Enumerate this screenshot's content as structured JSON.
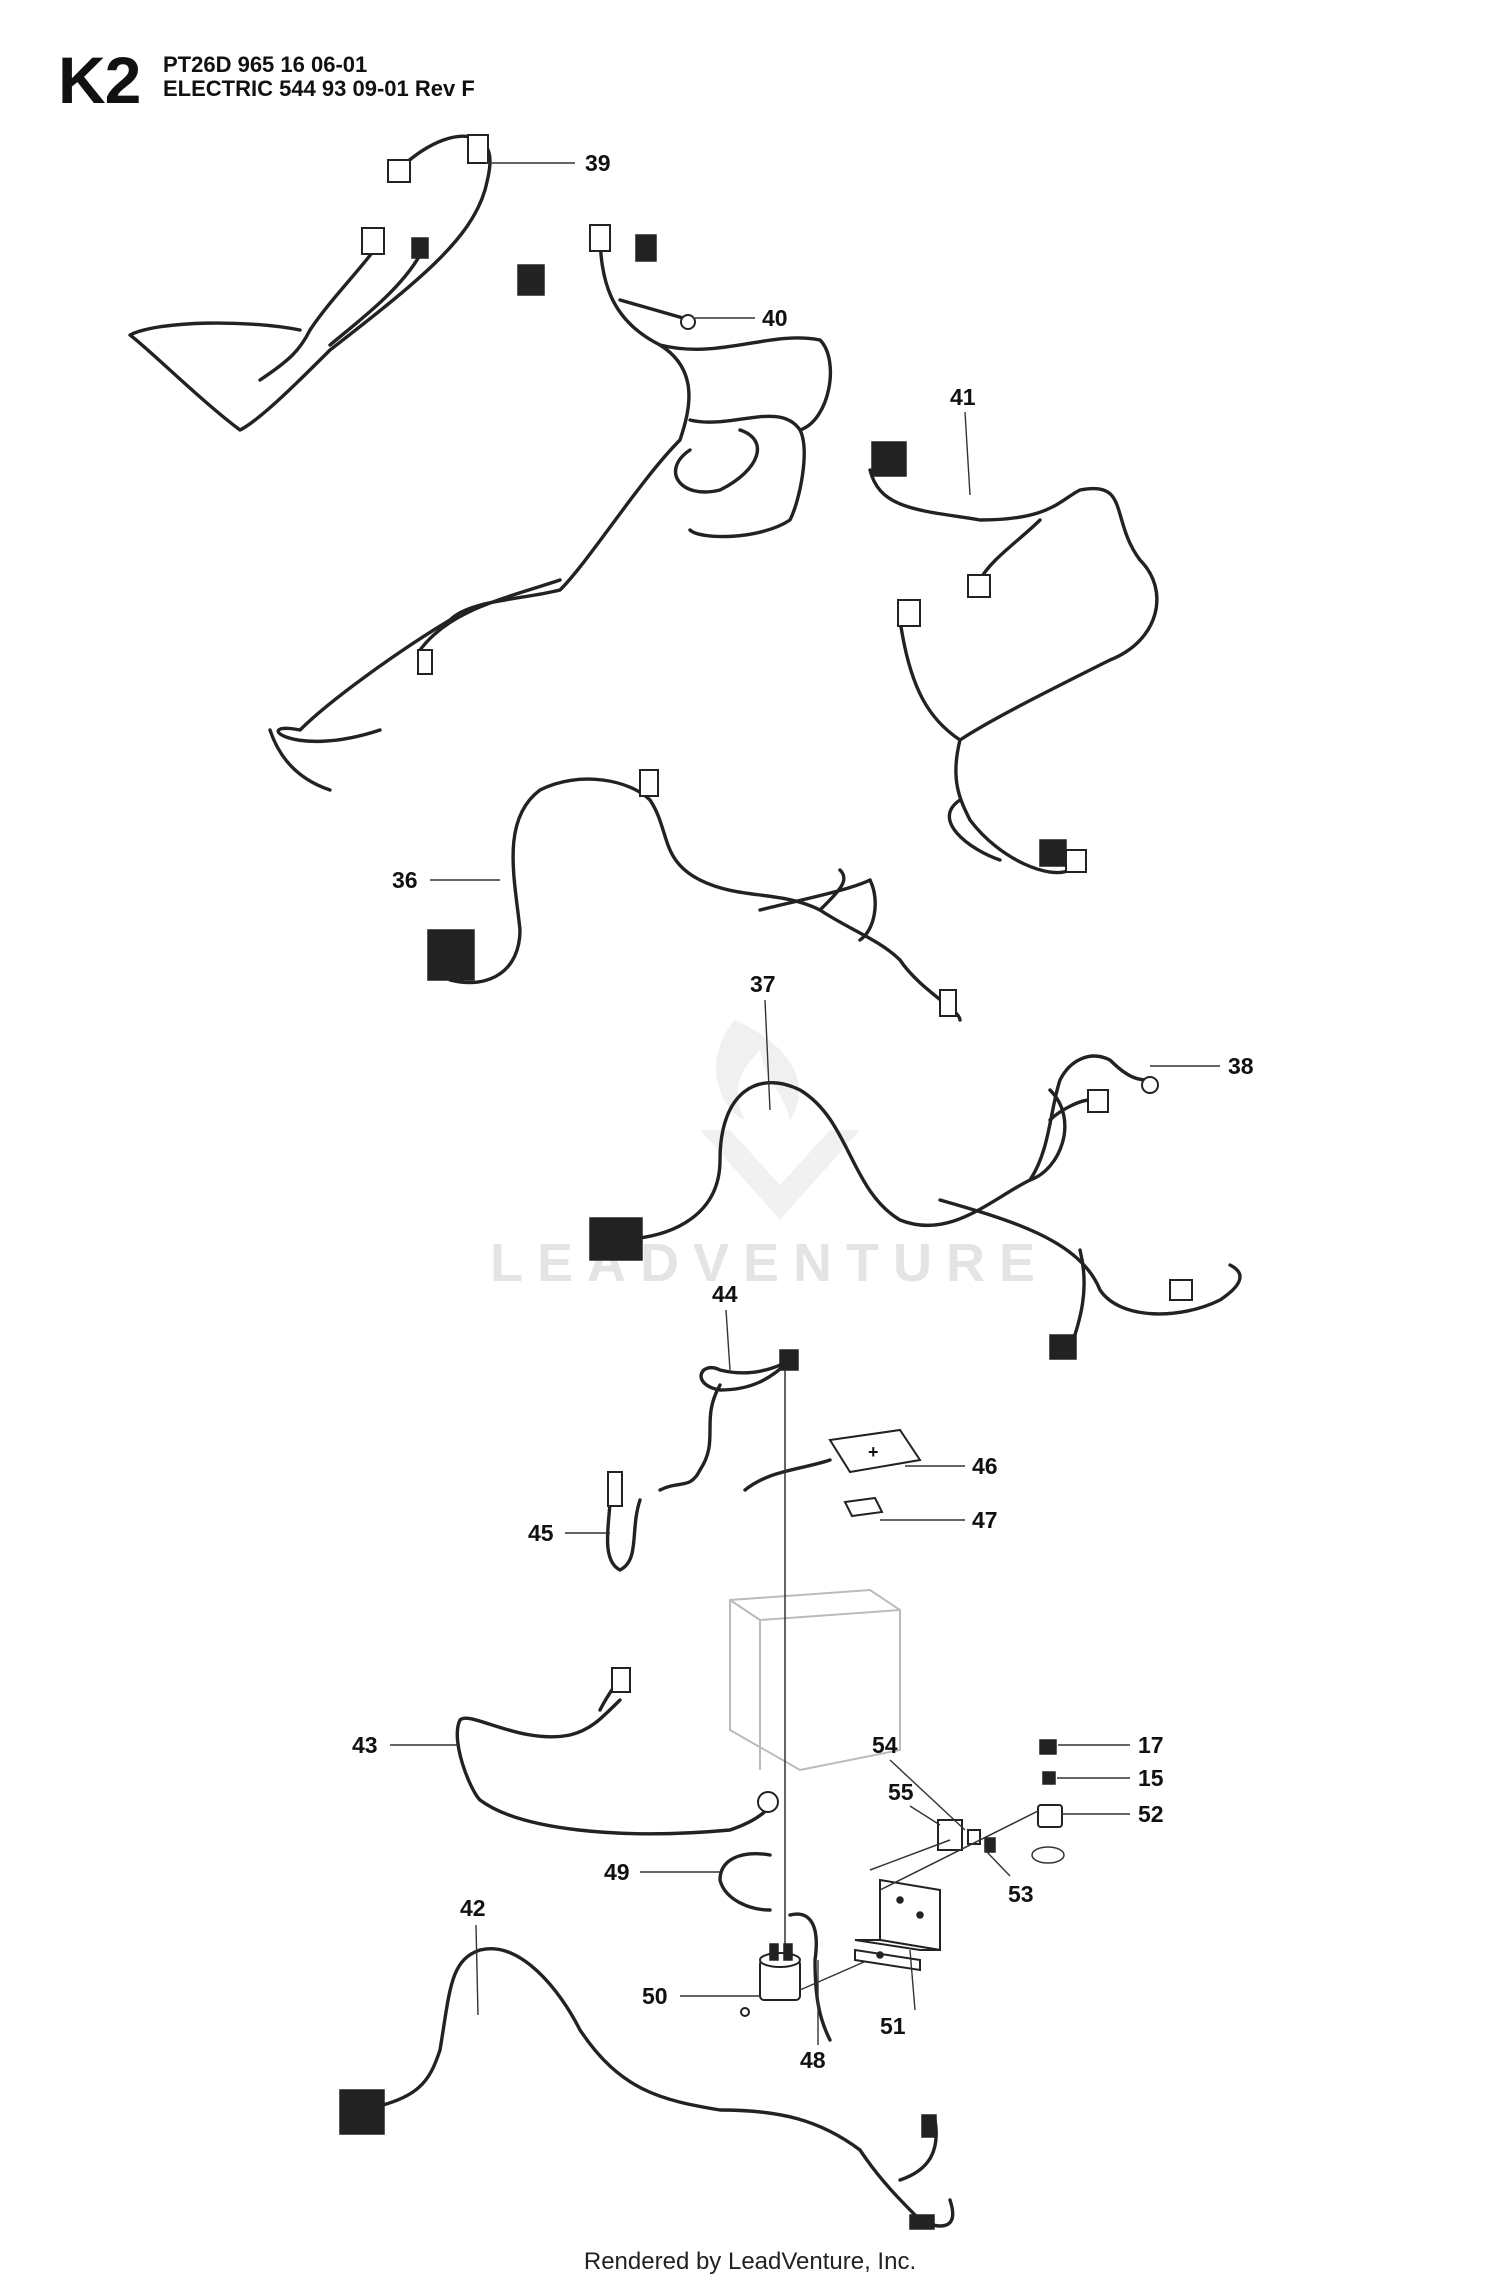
{
  "header": {
    "code": "K2",
    "line1": "PT26D 965 16 06-01",
    "line2": "ELECTRIC 544 93 09-01 Rev F"
  },
  "watermark": "LEADVENTURE",
  "footer": "Rendered by LeadVenture, Inc.",
  "callouts": {
    "c39": "39",
    "c40": "40",
    "c41": "41",
    "c36": "36",
    "c37": "37",
    "c38": "38",
    "c44": "44",
    "c46": "46",
    "c47": "47",
    "c45": "45",
    "c43": "43",
    "c17": "17",
    "c54": "54",
    "c15": "15",
    "c55": "55",
    "c52": "52",
    "c42": "42",
    "c49": "49",
    "c53": "53",
    "c50": "50",
    "c51": "51",
    "c48": "48"
  }
}
